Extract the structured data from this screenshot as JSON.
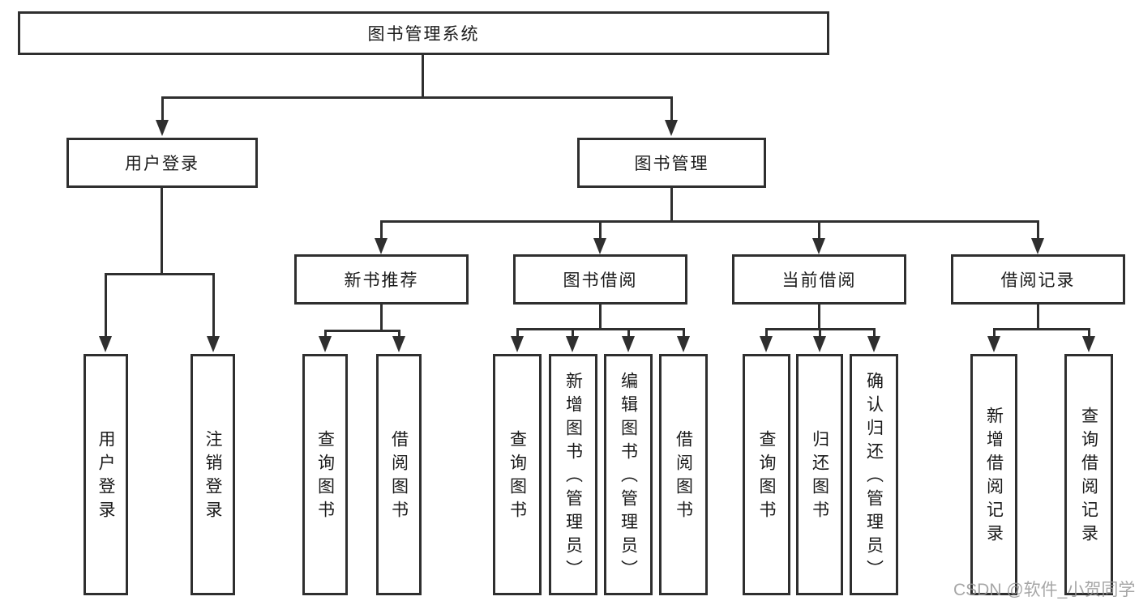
{
  "tree": {
    "root": "图书管理系统",
    "user_login": {
      "label": "用户登录",
      "children": [
        "用户登录",
        "注销登录"
      ]
    },
    "book_mgmt": {
      "label": "图书管理",
      "sections": [
        {
          "label": "新书推荐",
          "children": [
            "查询图书",
            "借阅图书"
          ]
        },
        {
          "label": "图书借阅",
          "children": [
            "查询图书",
            "新增图书（管理员）",
            "编辑图书（管理员）",
            "借阅图书"
          ]
        },
        {
          "label": "当前借阅",
          "children": [
            "查询图书",
            "归还图书",
            "确认归还（管理员）"
          ]
        },
        {
          "label": "借阅记录",
          "children": [
            "新增借阅记录",
            "查询借阅记录"
          ]
        }
      ]
    }
  },
  "watermark": "CSDN @软件_小贺同学",
  "colors": {
    "line": "#2f2f2f",
    "text": "#1a1a1a",
    "background": "#ffffff",
    "watermark": "#969696"
  }
}
